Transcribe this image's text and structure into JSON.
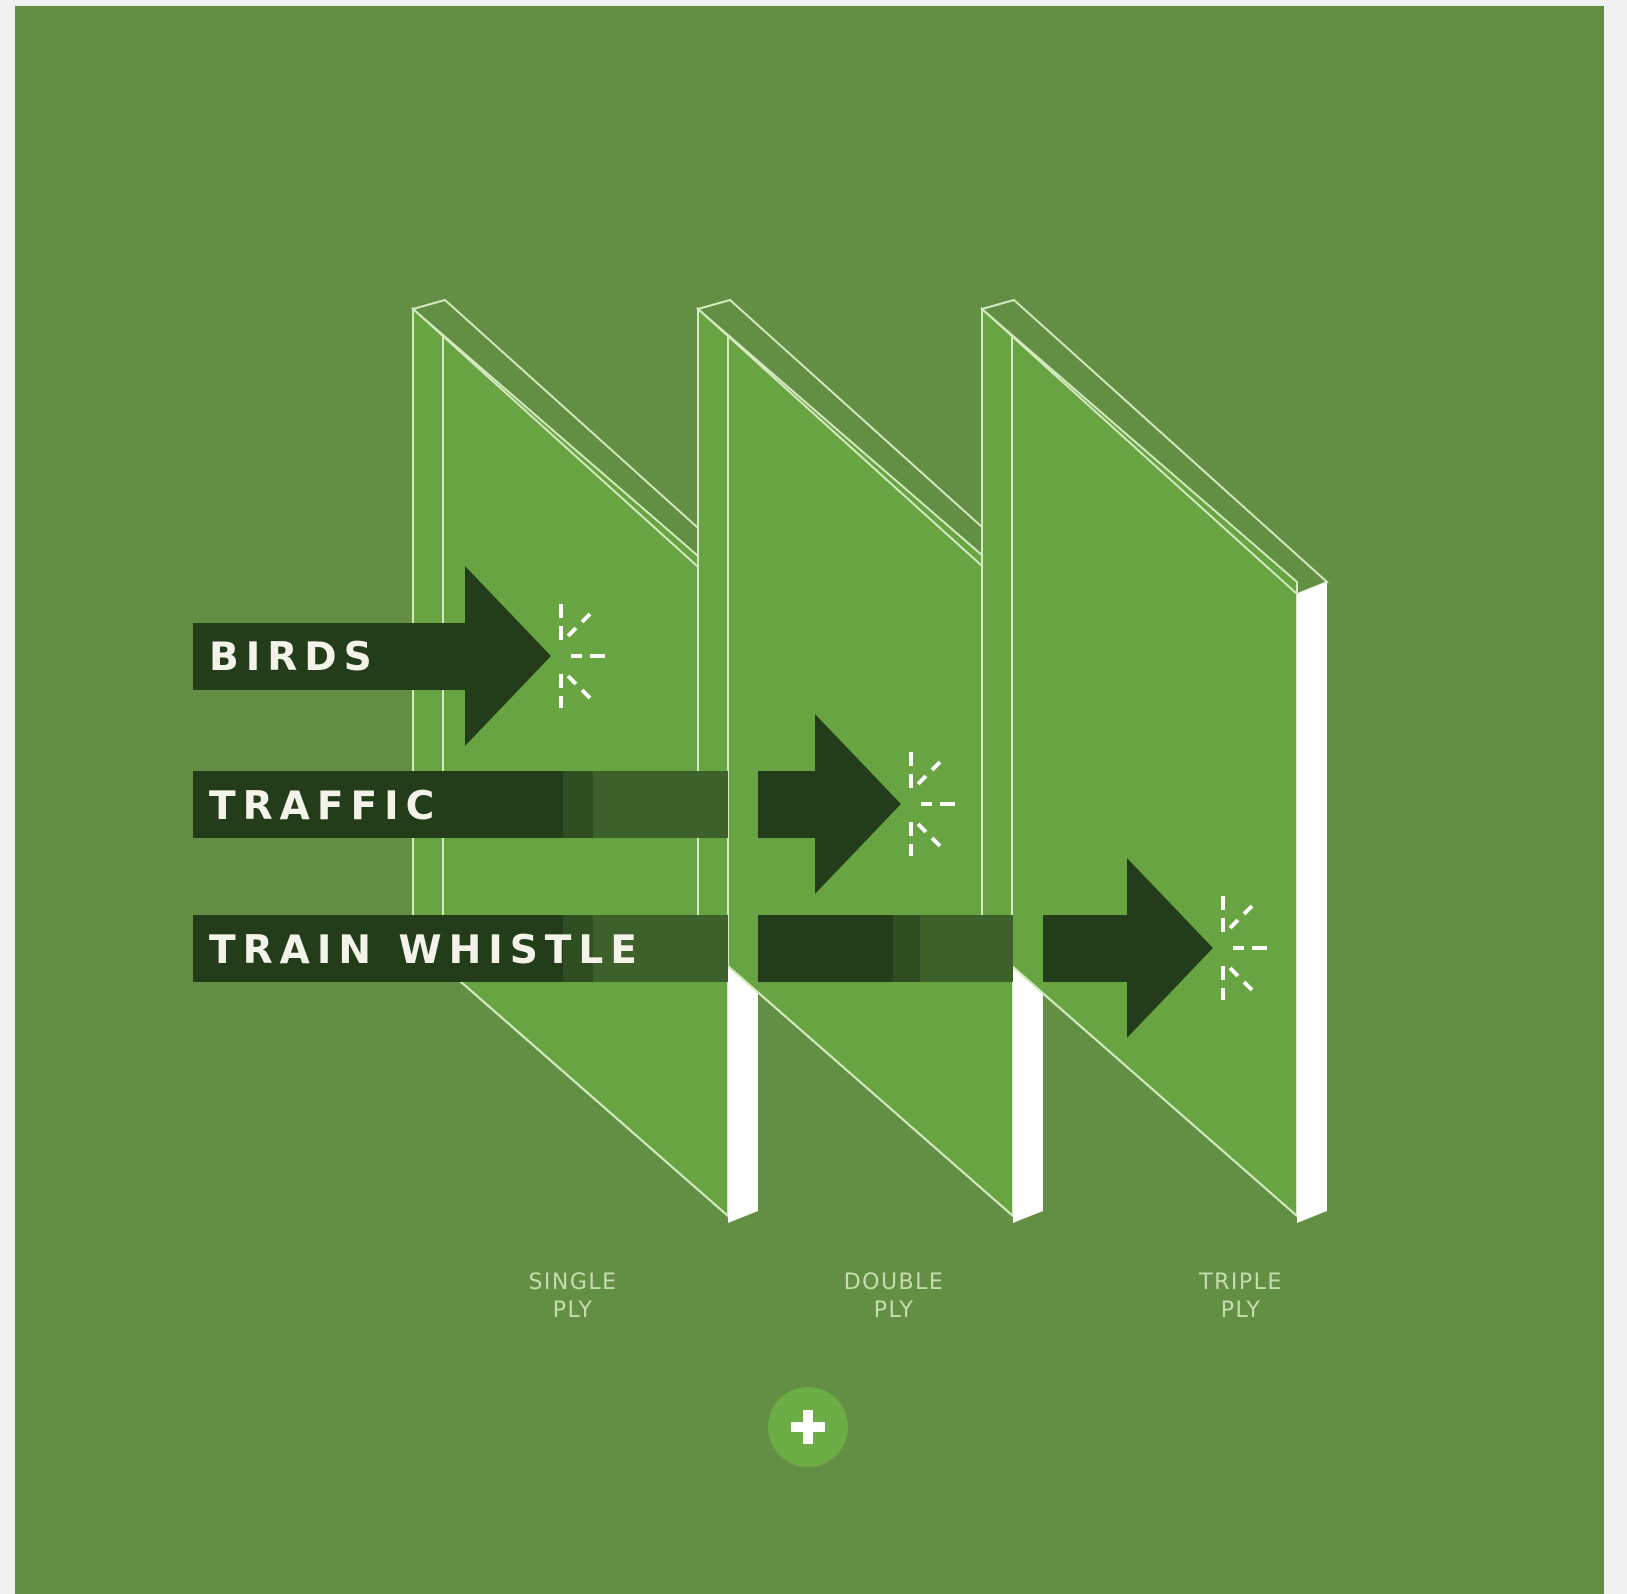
{
  "diagram": {
    "arrows": [
      {
        "label": "BIRDS",
        "stops_at": "single ply"
      },
      {
        "label": "TRAFFIC",
        "stops_at": "double ply"
      },
      {
        "label": "TRAIN WHISTLE",
        "stops_at": "triple ply"
      }
    ],
    "panes": [
      {
        "label_line1": "SINGLE",
        "label_line2": "PLY"
      },
      {
        "label_line1": "DOUBLE",
        "label_line2": "PLY"
      },
      {
        "label_line1": "TRIPLE",
        "label_line2": "PLY"
      }
    ],
    "expand_button_icon": "plus-icon"
  },
  "colors": {
    "background": "#638f44",
    "pane_face": "#69a443",
    "arrow": "#233d1a",
    "arrow_through_glass": "#3e612c",
    "pane_edge": "#ffffff",
    "button": "#6cae45"
  }
}
